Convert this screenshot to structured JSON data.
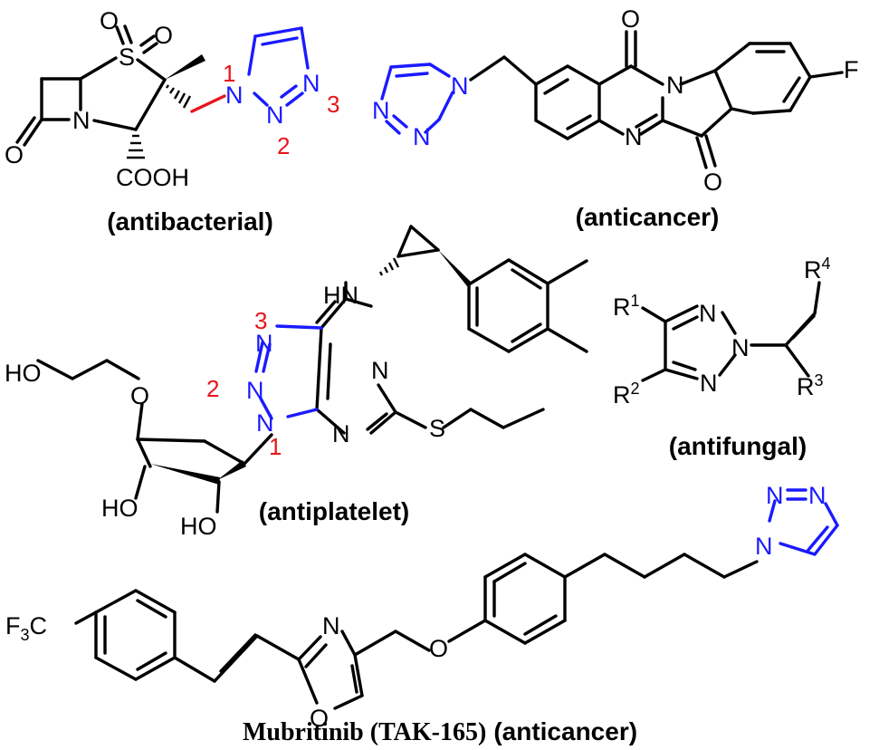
{
  "captions": {
    "c1": "(antibacterial)",
    "c2": "(anticancer)",
    "c3": "(antiplatelet)",
    "c4": "(antifungal)",
    "c5_name": "Mubritinib (TAK-165)",
    "c5_act": "(anticancer)"
  },
  "atoms": {
    "S": "S",
    "O": "O",
    "N": "N",
    "F": "F",
    "HN": "HN",
    "HO": "HO",
    "COOH": "COOH",
    "F3C_F": "F",
    "F3C_3": "3",
    "F3C_C": "C",
    "R": "R",
    "r1": "1",
    "r2": "2",
    "r3": "3",
    "r4": "4"
  },
  "numbering": {
    "n1": "1",
    "n2": "2",
    "n3": "3"
  },
  "colors": {
    "triazole": "#1a1aff",
    "numbering": "#e8141b"
  }
}
